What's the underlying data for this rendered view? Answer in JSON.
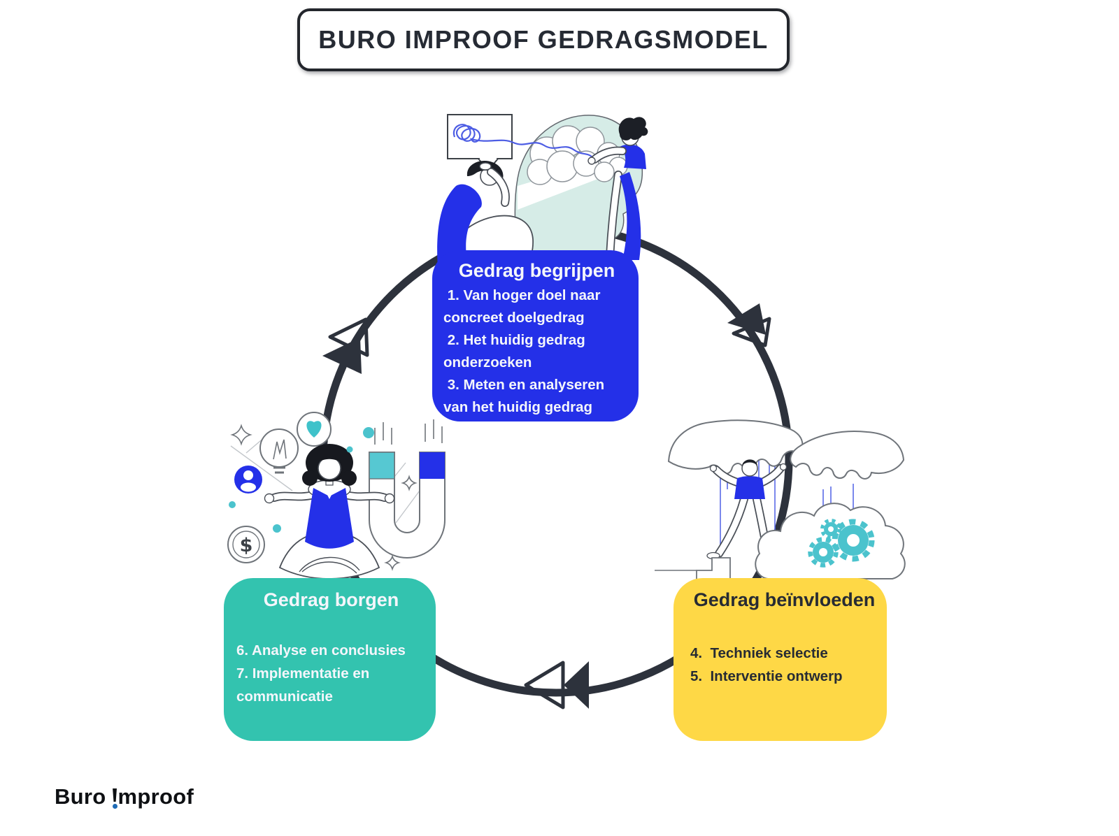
{
  "header": {
    "title": "BURO IMPROOF GEDRAGSMODEL"
  },
  "cycle": {
    "direction": "clockwise",
    "nodes": {
      "begrijpen": {
        "title": "Gedrag begrijpen",
        "items": [
          " 1. Van hoger doel naar\nconcreet doelgedrag",
          " 2. Het huidig gedrag\nonderzoeken",
          " 3. Meten en analyseren\nvan het huidig gedrag"
        ]
      },
      "beinvloeden": {
        "title": "Gedrag beïnvloeden",
        "items": [
          "4.  Techniek selectie",
          "5.  Interventie ontwerp"
        ]
      },
      "borgen": {
        "title": "Gedrag borgen",
        "items": [
          "6. Analyse en conclusies",
          "7. Implementatie en\ncommunicatie"
        ]
      }
    }
  },
  "logo": {
    "word_left": "Buro",
    "exclamation": "!",
    "word_right": "mproof"
  },
  "icons": {
    "dollar_sign": "$"
  },
  "colors": {
    "primary_blue": "#2430e8",
    "teal": "#33c3af",
    "yellow": "#fed846",
    "dark_ink": "#2d323c",
    "head_teal_light": "#d6ece7",
    "accent_teal": "#4bc3cd",
    "thread_blue": "#4d5de4",
    "logo_dot_blue": "#1d6ab5"
  }
}
